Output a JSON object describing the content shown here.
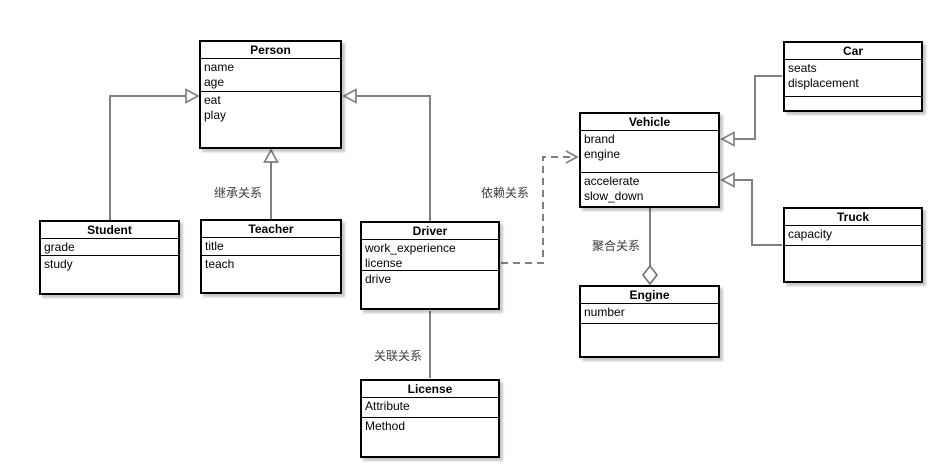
{
  "diagram": {
    "background_color": "#ffffff",
    "box_border_color": "#000000",
    "connector_color": "#808080",
    "text_color": "#000000"
  },
  "classes": {
    "person": {
      "title": "Person",
      "attributes": [
        "name",
        "age"
      ],
      "methods": [
        "eat",
        "play"
      ]
    },
    "student": {
      "title": "Student",
      "attributes": [
        "grade"
      ],
      "methods": [
        "study"
      ]
    },
    "teacher": {
      "title": "Teacher",
      "attributes": [
        "title"
      ],
      "methods": [
        "teach"
      ]
    },
    "driver": {
      "title": "Driver",
      "attributes": [
        "work_experience",
        "license"
      ],
      "methods": [
        "drive"
      ]
    },
    "vehicle": {
      "title": "Vehicle",
      "attributes": [
        "brand",
        "engine"
      ],
      "methods": [
        "accelerate",
        "slow_down"
      ]
    },
    "car": {
      "title": "Car",
      "attributes": [
        "seats",
        "displacement"
      ],
      "methods": []
    },
    "truck": {
      "title": "Truck",
      "attributes": [
        "capacity"
      ],
      "methods": []
    },
    "engine": {
      "title": "Engine",
      "attributes": [
        "number"
      ],
      "methods": []
    },
    "license": {
      "title": "License",
      "attributes": [
        "Attribute"
      ],
      "methods": [
        "Method"
      ]
    }
  },
  "relationship_labels": {
    "inheritance": "继承关系",
    "dependency": "依赖关系",
    "aggregation": "聚合关系",
    "association": "关联关系"
  },
  "relationships": [
    {
      "from": "Student",
      "to": "Person",
      "type": "inheritance"
    },
    {
      "from": "Teacher",
      "to": "Person",
      "type": "inheritance"
    },
    {
      "from": "Driver",
      "to": "Person",
      "type": "inheritance"
    },
    {
      "from": "Driver",
      "to": "Vehicle",
      "type": "dependency"
    },
    {
      "from": "Driver",
      "to": "License",
      "type": "association"
    },
    {
      "from": "Vehicle",
      "to": "Engine",
      "type": "aggregation"
    },
    {
      "from": "Car",
      "to": "Vehicle",
      "type": "inheritance"
    },
    {
      "from": "Truck",
      "to": "Vehicle",
      "type": "inheritance"
    }
  ]
}
